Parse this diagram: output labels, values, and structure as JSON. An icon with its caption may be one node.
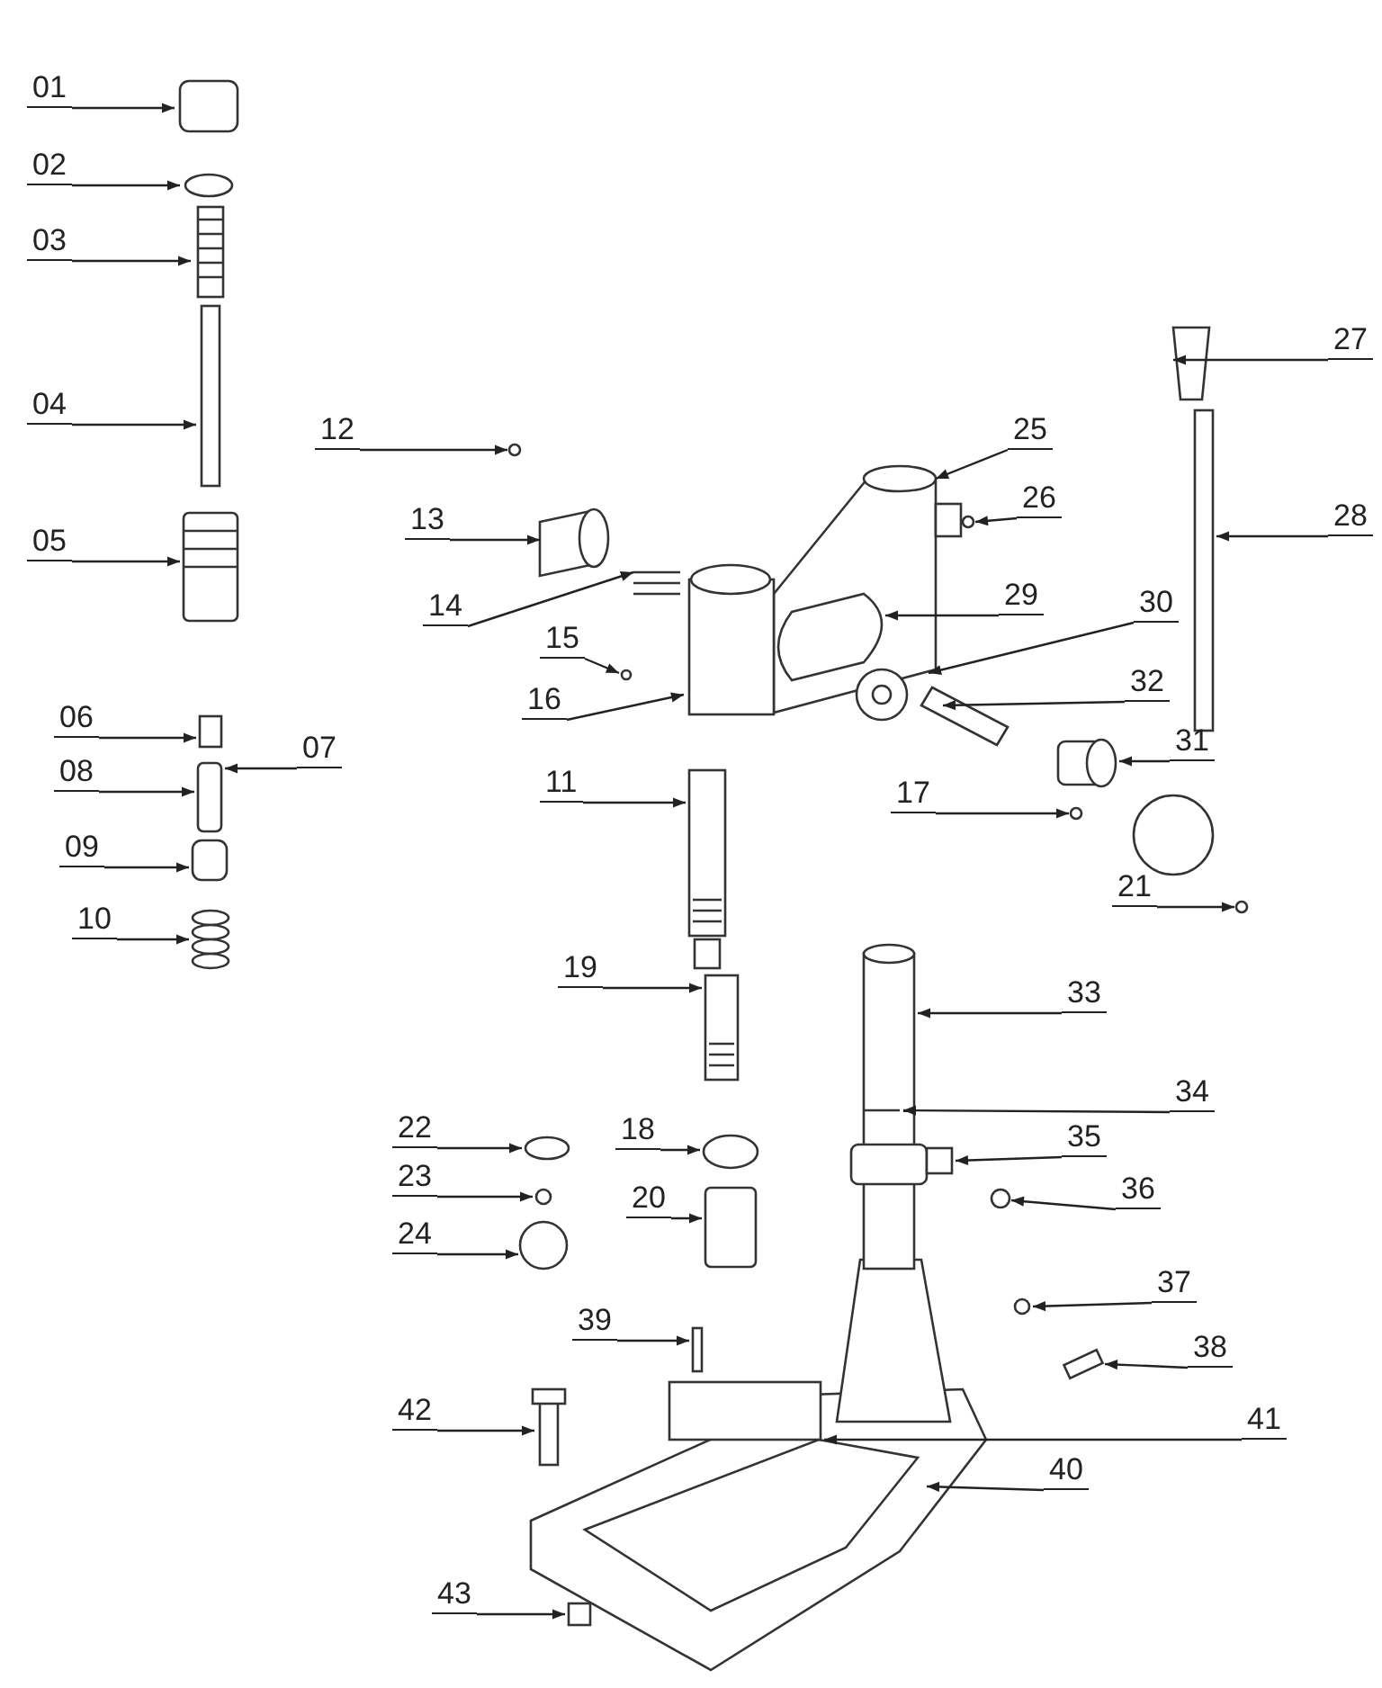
{
  "diagram": {
    "nodes": [
      {
        "text": [
          "01"
        ]
      },
      {
        "text": [
          "27"
        ]
      },
      {
        "text": [
          "02"
        ]
      },
      {
        "text": [
          "03"
        ]
      },
      {
        "text": [
          "25"
        ]
      },
      {
        "text": [
          "04"
        ]
      },
      {
        "text": [
          "12"
        ]
      },
      {
        "text": [
          "26"
        ]
      },
      {
        "text": [
          "13"
        ]
      },
      {
        "text": [
          "28"
        ]
      },
      {
        "text": [
          "05"
        ]
      },
      {
        "text": [
          "29"
        ]
      },
      {
        "text": [
          "14"
        ]
      },
      {
        "text": [
          "30"
        ]
      },
      {
        "text": [
          "15"
        ]
      },
      {
        "text": [
          "32"
        ]
      },
      {
        "text": [
          "16"
        ]
      },
      {
        "text": [
          "06"
        ]
      },
      {
        "text": [
          "07"
        ]
      },
      {
        "text": [
          "08"
        ]
      },
      {
        "text": [
          "11"
        ]
      },
      {
        "text": [
          "31"
        ]
      },
      {
        "text": [
          "17"
        ]
      },
      {
        "text": [
          "09"
        ]
      },
      {
        "text": [
          "21"
        ]
      },
      {
        "text": [
          "10"
        ]
      },
      {
        "text": [
          "19"
        ]
      },
      {
        "text": [
          "33"
        ]
      },
      {
        "text": [
          "34"
        ]
      },
      {
        "text": [
          "22"
        ]
      },
      {
        "text": [
          "18"
        ]
      },
      {
        "text": [
          "35"
        ]
      },
      {
        "text": [
          "36"
        ]
      },
      {
        "text": [
          "23"
        ]
      },
      {
        "text": [
          "20"
        ]
      },
      {
        "text": [
          "24"
        ]
      },
      {
        "text": [
          "37"
        ]
      },
      {
        "text": [
          "39"
        ]
      },
      {
        "text": [
          "38"
        ]
      },
      {
        "text": [
          "42"
        ]
      },
      {
        "text": [
          "41"
        ]
      },
      {
        "text": [
          "40"
        ]
      },
      {
        "text": [
          "43"
        ]
      }
    ],
    "edges": [
      {
        "from": 0,
        "to": null,
        "arrow": "to"
      },
      {
        "from": 1,
        "to": null,
        "arrow": "to"
      },
      {
        "from": 2,
        "to": null,
        "arrow": "to"
      },
      {
        "from": 3,
        "to": null,
        "arrow": "to"
      },
      {
        "from": 4,
        "to": null,
        "arrow": "to"
      },
      {
        "from": 5,
        "to": null,
        "arrow": "to"
      },
      {
        "from": 6,
        "to": null,
        "arrow": "to"
      },
      {
        "from": 7,
        "to": null,
        "arrow": "to"
      },
      {
        "from": 8,
        "to": null,
        "arrow": "to"
      },
      {
        "from": 9,
        "to": null,
        "arrow": "to"
      },
      {
        "from": 10,
        "to": null,
        "arrow": "to"
      },
      {
        "from": 11,
        "to": null,
        "arrow": "to"
      },
      {
        "from": 12,
        "to": null,
        "arrow": "to"
      },
      {
        "from": 13,
        "to": null,
        "arrow": "to"
      },
      {
        "from": 14,
        "to": null,
        "arrow": "to"
      },
      {
        "from": 15,
        "to": null,
        "arrow": "to"
      },
      {
        "from": 16,
        "to": null,
        "arrow": "to"
      },
      {
        "from": 17,
        "to": null,
        "arrow": "to"
      },
      {
        "from": 18,
        "to": null,
        "arrow": "to"
      },
      {
        "from": 19,
        "to": null,
        "arrow": "to"
      },
      {
        "from": 20,
        "to": null,
        "arrow": "to"
      },
      {
        "from": 21,
        "to": null,
        "arrow": "to"
      },
      {
        "from": 22,
        "to": null,
        "arrow": "to"
      },
      {
        "from": 23,
        "to": null,
        "arrow": "to"
      },
      {
        "from": 24,
        "to": null,
        "arrow": "to"
      },
      {
        "from": 25,
        "to": null,
        "arrow": "to"
      },
      {
        "from": 26,
        "to": null,
        "arrow": "to"
      },
      {
        "from": 27,
        "to": null,
        "arrow": "to"
      },
      {
        "from": 28,
        "to": null,
        "arrow": "to"
      },
      {
        "from": 29,
        "to": null,
        "arrow": "to"
      },
      {
        "from": 30,
        "to": null,
        "arrow": "to"
      },
      {
        "from": 31,
        "to": null,
        "arrow": "to"
      },
      {
        "from": 32,
        "to": null,
        "arrow": "to"
      },
      {
        "from": 33,
        "to": null,
        "arrow": "to"
      },
      {
        "from": 34,
        "to": null,
        "arrow": "to"
      },
      {
        "from": 35,
        "to": null,
        "arrow": "to"
      },
      {
        "from": 36,
        "to": null,
        "arrow": "to"
      },
      {
        "from": 37,
        "to": null,
        "arrow": "to"
      },
      {
        "from": 38,
        "to": null,
        "arrow": "to"
      },
      {
        "from": 39,
        "to": null,
        "arrow": "to"
      },
      {
        "from": 40,
        "to": null,
        "arrow": "to"
      },
      {
        "from": 41,
        "to": null,
        "arrow": "to"
      },
      {
        "from": 42,
        "to": null,
        "arrow": "to"
      }
    ]
  }
}
